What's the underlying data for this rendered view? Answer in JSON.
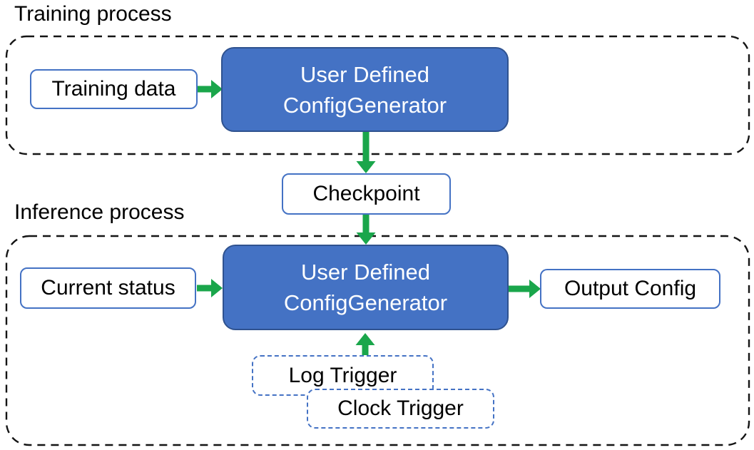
{
  "colors": {
    "node_fill": "#4472C4",
    "node_border": "#2F528F",
    "io_box_border": "#4472C4",
    "arrow_green": "#1AA64B",
    "container_dash": "#141414",
    "text_dark": "#000000",
    "text_light": "#FFFFFF"
  },
  "training": {
    "title": "Training process",
    "input_label": "Training data",
    "generator": {
      "line1": "User Defined",
      "line2": "ConfigGenerator"
    }
  },
  "checkpoint_label": "Checkpoint",
  "inference": {
    "title": "Inference process",
    "input_label": "Current status",
    "generator": {
      "line1": "User Defined",
      "line2": "ConfigGenerator"
    },
    "output_label": "Output Config",
    "triggers": {
      "log": "Log Trigger",
      "clock": "Clock Trigger"
    }
  },
  "edges": [
    {
      "from": "training-data",
      "to": "training-config-generator",
      "direction": "right"
    },
    {
      "from": "training-config-generator",
      "to": "checkpoint",
      "direction": "down"
    },
    {
      "from": "checkpoint",
      "to": "inference-config-generator",
      "direction": "down"
    },
    {
      "from": "current-status",
      "to": "inference-config-generator",
      "direction": "right"
    },
    {
      "from": "inference-config-generator",
      "to": "output-config",
      "direction": "right"
    },
    {
      "from": "log-trigger",
      "to": "inference-config-generator",
      "direction": "up"
    }
  ]
}
